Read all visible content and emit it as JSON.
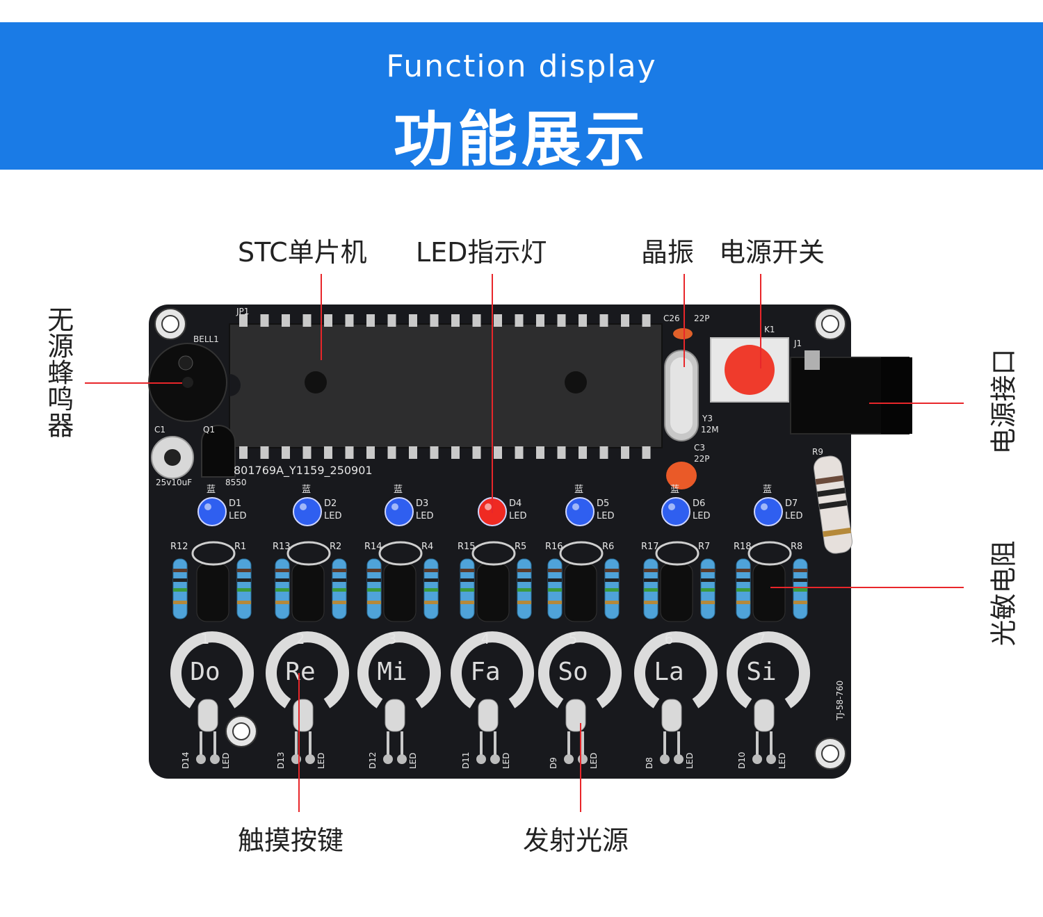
{
  "banner": {
    "title_en": "Function display",
    "title_cn": "功能展示"
  },
  "callouts": {
    "stc_mcu": "STC单片机",
    "led_indicator": "LED指示灯",
    "crystal": "晶振",
    "power_switch": "电源开关",
    "passive_buzzer": "无源蜂鸣器",
    "power_jack": "电源接口",
    "photoresistor": "光敏电阻",
    "touch_keys": "触摸按键",
    "emitter": "发射光源"
  },
  "board": {
    "silk_jp1": "JP1",
    "silk_bell": "BELL1",
    "silk_c26": "C26",
    "silk_22p_top": "22P",
    "silk_k1": "K1",
    "silk_j1": "J1",
    "silk_y3": "Y3",
    "silk_12m": "12M",
    "silk_c3": "C3",
    "silk_22p_bottom": "22P",
    "silk_r9": "R9",
    "silk_c1": "C1",
    "silk_q1": "Q1",
    "silk_8550": "8550",
    "silk_cap": "25v10uF",
    "silk_serial": "801769A_Y1159_250901",
    "silk_side": "TJ-58-760",
    "led_color_blue": "蓝",
    "led_suffix": "LED",
    "leds": [
      "D1",
      "D2",
      "D3",
      "D4",
      "D5",
      "D6",
      "D7"
    ],
    "resistor_labels": [
      "R12",
      "R1",
      "R13",
      "R2",
      "R14",
      "R4",
      "R15",
      "R5",
      "R16",
      "R6",
      "R17",
      "R7",
      "R18",
      "R8"
    ],
    "notes": [
      {
        "number": "1",
        "name": "Do"
      },
      {
        "number": "2",
        "name": "Re"
      },
      {
        "number": "3",
        "name": "Mi"
      },
      {
        "number": "4",
        "name": "Fa"
      },
      {
        "number": "5",
        "name": "So"
      },
      {
        "number": "6",
        "name": "La"
      },
      {
        "number": "7",
        "name": "Si"
      }
    ],
    "emitters": [
      "D14",
      "D13",
      "D12",
      "D11",
      "D9",
      "D8",
      "D10"
    ]
  },
  "colors": {
    "banner": "#1a7be6",
    "pcb": "#18191d",
    "callout_line": "#e8262a",
    "led_blue": "#2f5ff0",
    "led_red": "#ef2a22",
    "button_red": "#ef3b2c"
  }
}
